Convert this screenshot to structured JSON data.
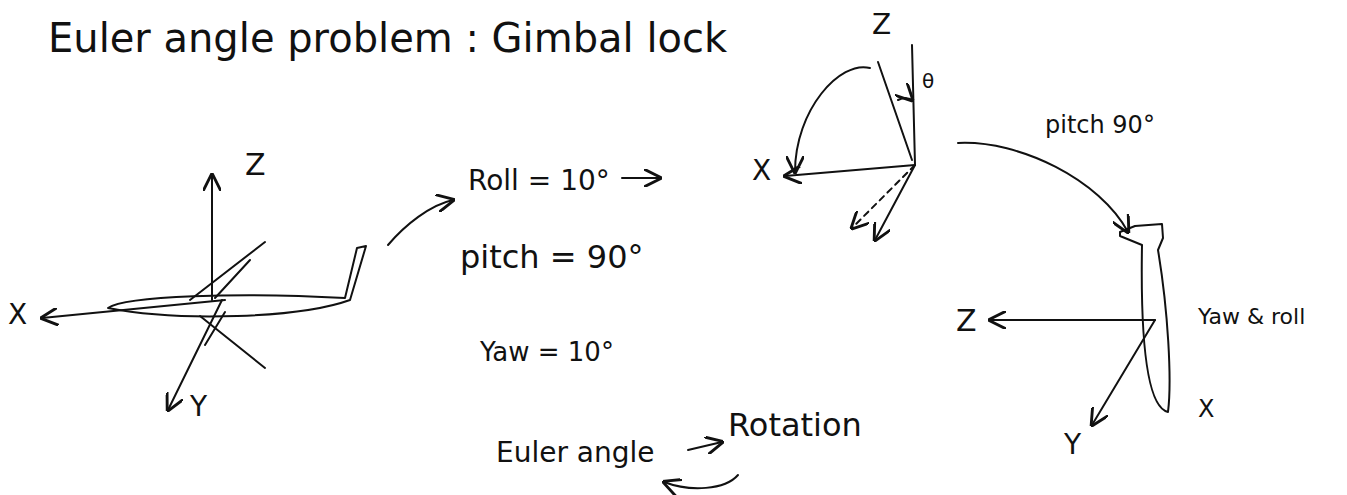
{
  "diagram": {
    "title": "Euler angle problem : Gimbal lock",
    "labels": [
      "Z",
      "X",
      "Y",
      "Roll = 10°",
      "pitch = 90°",
      "Yaw = 10°",
      "Z",
      "θ",
      "X",
      "pitch 90°",
      "Z",
      "Yaw & roll",
      "Y",
      "X",
      "Euler angle",
      "Rotation"
    ]
  }
}
